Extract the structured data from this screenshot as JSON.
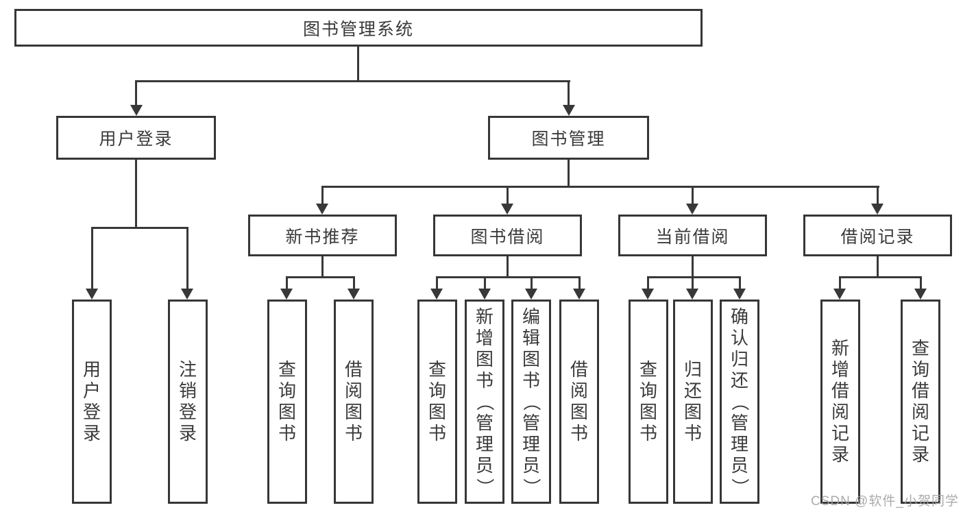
{
  "diagram": {
    "colors": {
      "background": "#ffffff",
      "line": "#383838",
      "border": "#363636",
      "text": "#3a3a3a",
      "watermark": "#a3a3a3"
    },
    "nodes": {
      "root": {
        "label": "图书管理系统"
      },
      "user_login": {
        "label": "用户登录"
      },
      "book_management": {
        "label": "图书管理"
      },
      "new_book_recommend": {
        "label": "新书推荐"
      },
      "book_borrowing": {
        "label": "图书借阅"
      },
      "current_borrowing": {
        "label": "当前借阅"
      },
      "borrowing_records": {
        "label": "借阅记录"
      },
      "leaf_user_login": {
        "label": "用户登录"
      },
      "leaf_logout": {
        "label": "注销登录"
      },
      "leaf_query_book_1": {
        "label": "查询图书"
      },
      "leaf_borrow_book_1": {
        "label": "借阅图书"
      },
      "leaf_query_book_2": {
        "label": "查询图书"
      },
      "leaf_add_book": {
        "label": "新增图书（管理员）"
      },
      "leaf_edit_book": {
        "label": "编辑图书（管理员）"
      },
      "leaf_borrow_book_2": {
        "label": "借阅图书"
      },
      "leaf_query_book_3": {
        "label": "查询图书"
      },
      "leaf_return_book": {
        "label": "归还图书"
      },
      "leaf_confirm_return": {
        "label": "确认归还（管理员）"
      },
      "leaf_add_record": {
        "label": "新增借阅记录"
      },
      "leaf_query_record": {
        "label": "查询借阅记录"
      }
    },
    "watermark": "CSDN @软件_小贺同学"
  }
}
